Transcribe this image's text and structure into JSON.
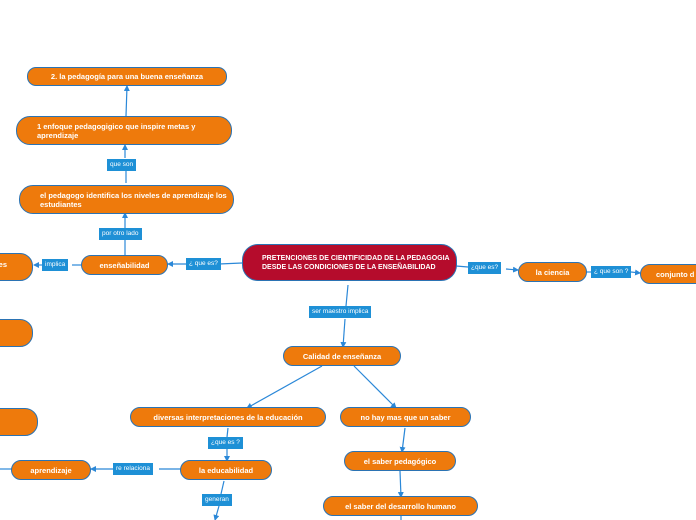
{
  "colors": {
    "node_fill": "#ee7a0c",
    "central_fill": "#b50c2c",
    "label_fill": "#1e90d6",
    "line": "#2b88d8",
    "text": "#ffffff"
  },
  "nodes": {
    "central": "PRETENCIONES DE CIENTIFICIDAD DE LA PEDAGOGIA DESDE LAS CONDICIONES DE LA ENSEÑABILIDAD",
    "buena_ensenanza": "2. la pedagogía para una buena enseñanza",
    "enfoque": "1 enfoque pedagogigico que inspire metas y aprendizaje",
    "pedagogo": "el pedagogo identifica los niveles de aprendizaje  los estudiantes",
    "ensenabilidad": "enseñabilidad",
    "edge_left_1": "es",
    "la_ciencia": "la ciencia",
    "conjunto": "conjunto d",
    "calidad": "Calidad de enseñanza",
    "diversas": "diversas interpretaciones de la educación",
    "no_hay": "no hay mas que un saber",
    "educabilidad": "la educabilidad",
    "aprendizaje": "aprendizaje",
    "saber_pedagogico": "el saber pedagógico",
    "saber_desarrollo": "el saber del desarrollo humano"
  },
  "labels": {
    "que_son": "que son",
    "por_otro_lado": "por otro lado",
    "que_es_left": "¿ que es?",
    "implica": "implica",
    "que_es_right": "¿que es?",
    "que_son_right": "¿ que son ?",
    "ser_maestro": "ser maestro implica",
    "que_es_bottom": "¿que es ?",
    "re_relaciona": "re relaciona",
    "generan": "generan"
  }
}
